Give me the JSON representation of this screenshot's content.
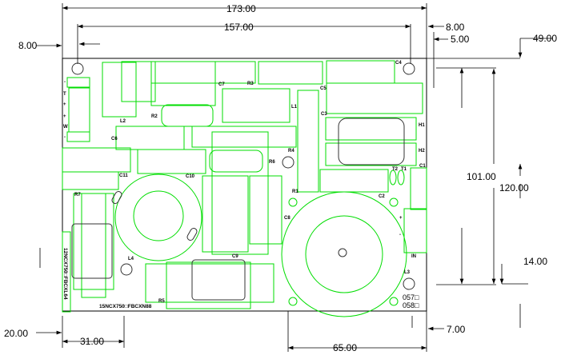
{
  "dimensions": {
    "overall_width": "173.00",
    "hole_span": "157.00",
    "left_offset": "8.00",
    "right_offset": "8.00",
    "right_hole_offset": "5.00",
    "top_right": "49.00",
    "hole_height": "101.00",
    "overall_height": "120.00",
    "bottom_right": "14.00",
    "bottom_left": "20.00",
    "bottom_left_width": "31.00",
    "bottom_right_width": "65.00",
    "bottom_right_offset": "7.00"
  },
  "components": {
    "L2": "L2",
    "R2": "R2",
    "C7": "C7",
    "R3": "R3",
    "C6": "C6",
    "C11": "C11",
    "C10": "C10",
    "R6": "R6",
    "R7": "R7",
    "L4": "L4",
    "C9": "C9",
    "R5": "R5",
    "C4": "C4",
    "C5": "C5",
    "L1": "L1",
    "C3": "C3",
    "H1": "H1",
    "H2": "H2",
    "R4": "R4",
    "C1": "C1",
    "T1": "T1",
    "T2": "T2",
    "R1": "R1",
    "C2": "C2",
    "C8": "C8",
    "IN": "IN",
    "L3": "L3"
  },
  "pins": [
    "-",
    "T",
    "+",
    "+",
    "W",
    "-"
  ],
  "input_pins": [
    "+",
    "-"
  ],
  "markings": {
    "vertical_code": "12NCX750□FBCXL64",
    "bottom_code": "15NCX750□FBCXN88",
    "code_057": "057□",
    "code_058": "058□"
  },
  "colors": {
    "outline": "#00dd00",
    "board": "#000000"
  }
}
